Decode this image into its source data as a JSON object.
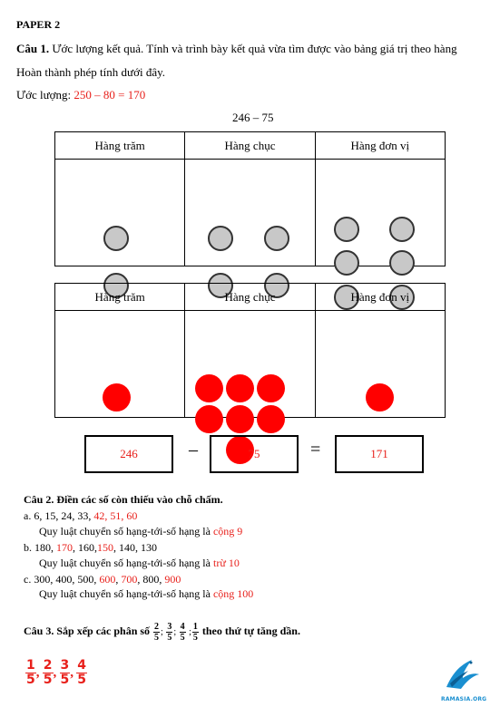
{
  "header": "PAPER 2",
  "q1": {
    "label": "Câu 1.",
    "text": " Ước lượng kết quả. Tính và trình bày kết quả vừa tìm được vào bảng giá trị theo hàng",
    "text2": "Hoàn thành phép tính dưới đây.",
    "estimate_label": "Ước lượng: ",
    "estimate_value": "250 – 80 = 170",
    "expression": "246 – 75",
    "columns": [
      "Hàng trăm",
      "Hàng chục",
      "Hàng đơn vị"
    ],
    "eq": {
      "a": "246",
      "minus": "–",
      "b": "75",
      "equals": "=",
      "result": "171"
    }
  },
  "q2": {
    "title": "Câu 2. Điền các số còn thiếu vào chỗ chấm.",
    "a": {
      "prefix": "a.  6, 15, 24, 33, ",
      "answer": "42, 51, 60",
      "rule": "Quy luật chuyển số hạng-tới-số hạng là ",
      "rule_answer": "cộng 9"
    },
    "b": {
      "p1": "b. 180, ",
      "a1": "170",
      "p2": ", 160,",
      "a2": "150",
      "p3": ", 140, 130",
      "rule": "Quy luật chuyển số hạng-tới-số hạng là ",
      "rule_answer": "trừ 10"
    },
    "c": {
      "p1": "c. 300, 400, 500, ",
      "a1": "600",
      "p2": ", ",
      "a2": "700",
      "p3": ", 800, ",
      "a3": "900",
      "rule": "Quy luật chuyển số hạng-tới-số hạng là ",
      "rule_answer": "cộng 100"
    }
  },
  "q3": {
    "title": "Câu 3. Sắp xếp các phân số ",
    "tail": " theo thứ tự tăng dần.",
    "fractions": [
      {
        "n": "2",
        "d": "5"
      },
      {
        "n": "3",
        "d": "5"
      },
      {
        "n": "4",
        "d": "5"
      },
      {
        "n": "1",
        "d": "5"
      }
    ],
    "seps": [
      "; ",
      "; ",
      " ;"
    ],
    "answer": [
      {
        "n": "1",
        "d": "5"
      },
      {
        "n": "2",
        "d": "5"
      },
      {
        "n": "3",
        "d": "5"
      },
      {
        "n": "4",
        "d": "5"
      }
    ],
    "answer_sep": ","
  },
  "logo": {
    "text": "RAMASIA.ORG",
    "color": "#1a8fd0"
  }
}
